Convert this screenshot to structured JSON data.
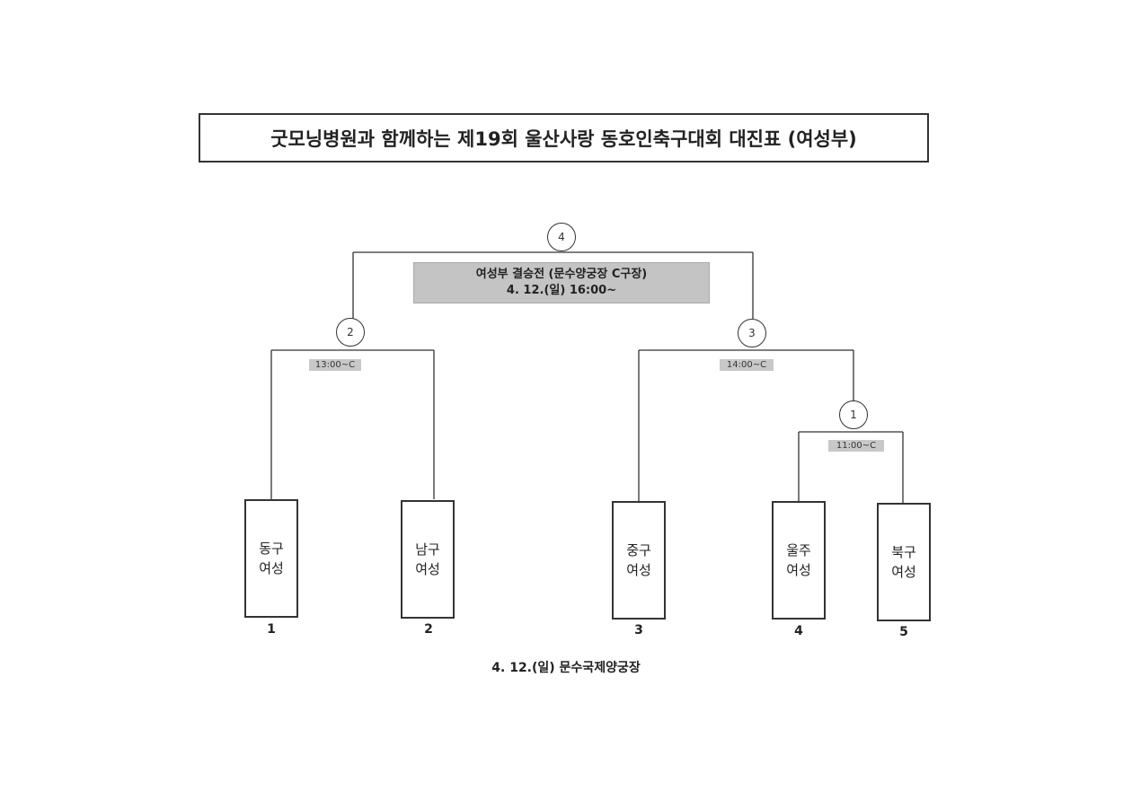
{
  "title": "굿모닝병원과 함께하는 제19회 울산사랑 동호인축구대회 대진표 (여성부)",
  "final": {
    "match_no": "4",
    "line1": "여성부 결승전 (문수양궁장 C구장)",
    "line2": "4. 12.(일) 16:00~"
  },
  "semifinal_left": {
    "match_no": "2",
    "time": "13:00~C"
  },
  "semifinal_right": {
    "match_no": "3",
    "time": "14:00~C"
  },
  "first_round": {
    "match_no": "1",
    "time": "11:00~C"
  },
  "teams": [
    {
      "line1": "동구",
      "line2": "여성",
      "seed": "1"
    },
    {
      "line1": "남구",
      "line2": "여성",
      "seed": "2"
    },
    {
      "line1": "중구",
      "line2": "여성",
      "seed": "3"
    },
    {
      "line1": "울주",
      "line2": "여성",
      "seed": "4"
    },
    {
      "line1": "북구",
      "line2": "여성",
      "seed": "5"
    }
  ],
  "footer": "4. 12.(일) 문수국제양궁장"
}
